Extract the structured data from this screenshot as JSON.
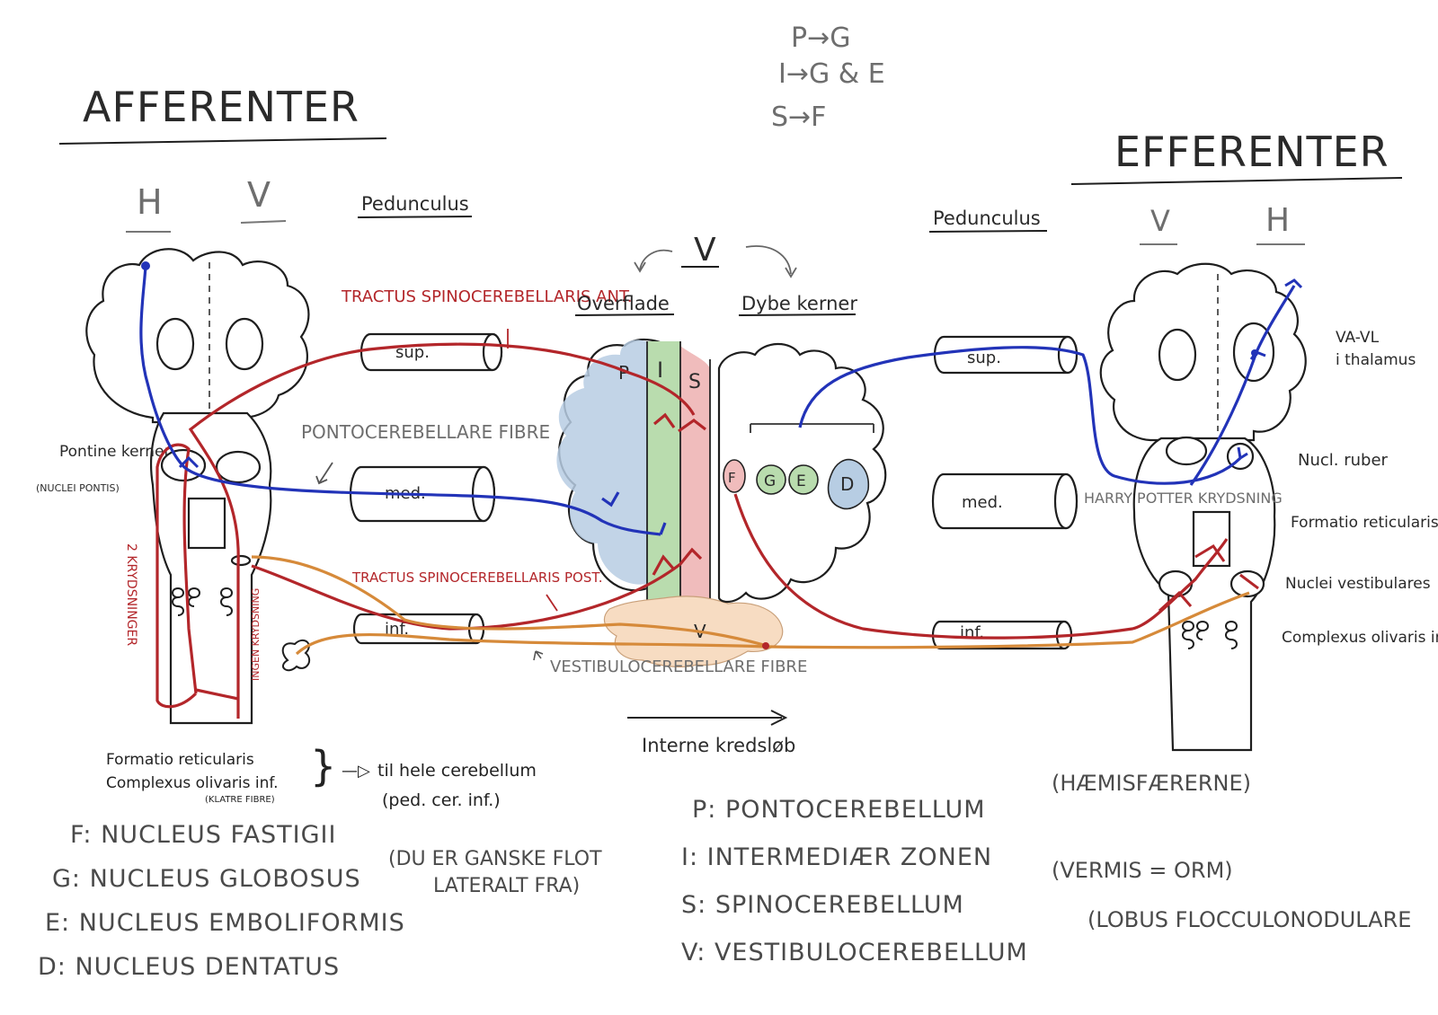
{
  "titles": {
    "afferent": "AFFERENTER",
    "efferent": "EFFERENTER"
  },
  "mapping": [
    "P→G",
    "I→G & E",
    "S→F"
  ],
  "left_side": {
    "label_h": "H",
    "label_v": "V",
    "pedunculus": "Pedunculus",
    "pontine_kerner": "Pontine kerner",
    "nuclei_pontis": "(NUCLEI PONTIS)",
    "krydsninger": "2 KRYDSNINGER",
    "ingen_krydsning": "INGEN KRYDSNING",
    "ped_sup": "sup.",
    "ped_med": "med.",
    "ped_inf": "inf.",
    "tract_ant": "TRACTUS SPINOCEREBELLARIS ANT.",
    "pontocerebellare": "PONTOCEREBELLARE FIBRE",
    "tract_post": "TRACTUS SPINOCEREBELLARIS POST."
  },
  "center": {
    "v": "V",
    "overflade": "Overflade",
    "dybe_kerner": "Dybe kerner",
    "zones": [
      "P",
      "I",
      "S"
    ],
    "nuclei": [
      "F",
      "G",
      "E",
      "D"
    ],
    "v_lobe": "V",
    "vestibulocerebellare": "VESTIBULOCEREBELLARE FIBRE",
    "interne": "Interne kredsløb"
  },
  "right_side": {
    "pedunculus": "Pedunculus",
    "label_v": "V",
    "label_h": "H",
    "ped_sup": "sup.",
    "ped_med": "med.",
    "ped_inf": "inf.",
    "va_vl": "VA-VL",
    "i_thalamus": "i thalamus",
    "nucl_ruber": "Nucl. ruber",
    "formatio": "Formatio reticularis",
    "nuclei_vest": "Nuclei vestibulares",
    "complexus": "Complexus olivaris inf.",
    "harry": "HARRY POTTER KRYDSNING"
  },
  "bottom_left_note": {
    "line1": "Formatio reticularis",
    "line2": "Complexus olivaris inf.",
    "line2_sub": "(KLATRE FIBRE)",
    "arrow_text": "til hele cerebellum",
    "paren": "(ped. cer. inf.)"
  },
  "legend_nuclei": [
    "F: NUCLEUS FASTIGII",
    "G: NUCLEUS GLOBOSUS",
    "E: NUCLEUS EMBOLIFORMIS",
    "D: NUCLEUS DENTATUS"
  ],
  "legend_note": [
    "(DU ER GANSKE FLOT",
    "LATERALT FRA)"
  ],
  "legend_zones": [
    "P: PONTOCEREBELLUM",
    "I: INTERMEDIÆR ZONEN",
    "S: SPINOCEREBELLUM",
    "V: VESTIBULOCEREBELLUM"
  ],
  "legend_zone_notes": [
    "(HÆMISFÆRERNE)",
    "(VERMIS = ORM)",
    "(LOBUS FLOCCULONODULARE"
  ],
  "colors": {
    "red_path": "#b3262a",
    "blue_path": "#2233b8",
    "orange_path": "#d68a3a",
    "zone_p": "#b7cde3",
    "zone_i": "#b9dcae",
    "zone_s": "#f0bcbc",
    "zone_v": "#f7dcc2"
  }
}
